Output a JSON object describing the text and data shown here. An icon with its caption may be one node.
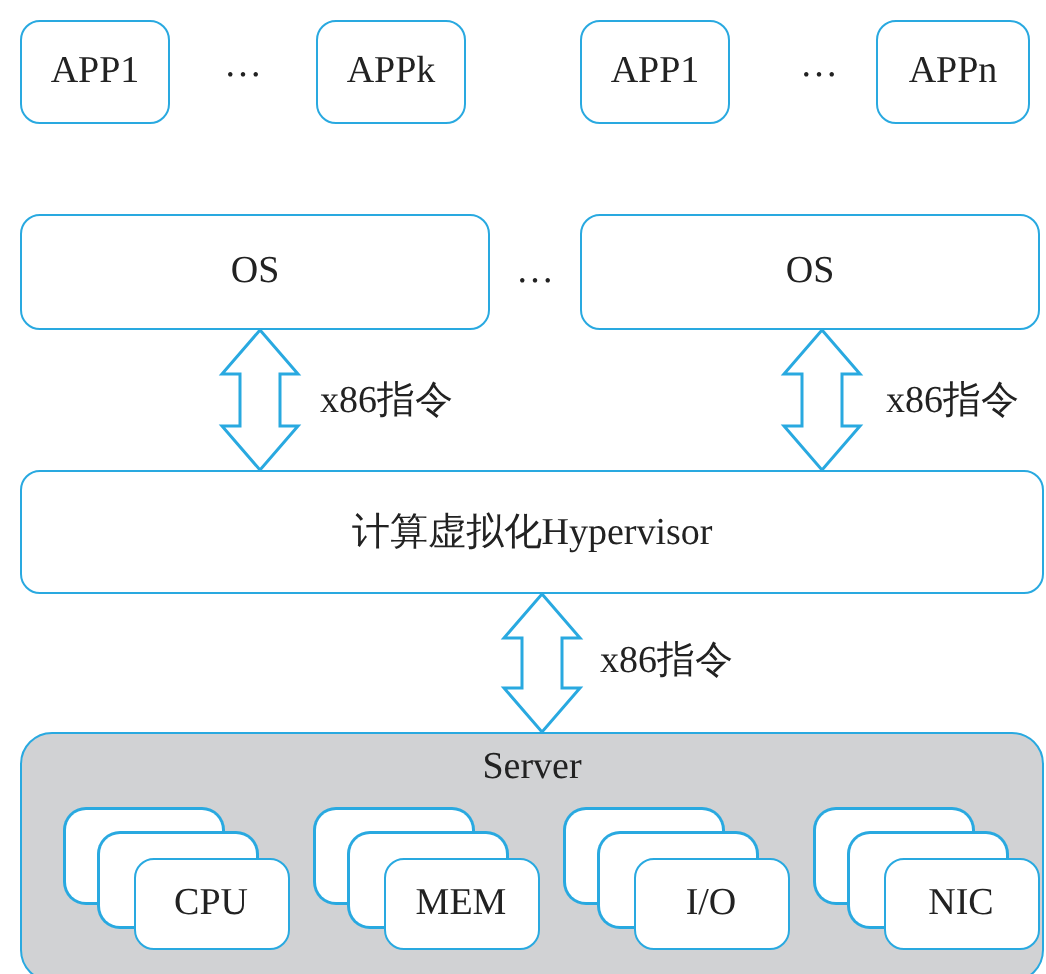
{
  "diagram": {
    "nodes": [
      {
        "text": [
          "APP1"
        ]
      },
      {
        "text": [
          "APPk"
        ]
      },
      {
        "text": [
          "APP1"
        ]
      },
      {
        "text": [
          "APPn"
        ]
      },
      {
        "text": [
          "OS"
        ]
      },
      {
        "text": [
          "OS"
        ]
      },
      {
        "text": [
          "计算虚拟化Hypervisor"
        ]
      },
      {
        "text": [
          "Server"
        ]
      },
      {
        "text": [
          "CPU"
        ],
        "in": 7
      },
      {
        "text": [
          "MEM"
        ],
        "in": 7
      },
      {
        "text": [
          "I/O"
        ],
        "in": 7
      },
      {
        "text": [
          "NIC"
        ],
        "in": 7
      }
    ],
    "edges": [
      {
        "from": 4,
        "to": 6,
        "arrow": "both",
        "label": "x86指令",
        "style": "thick"
      },
      {
        "from": 5,
        "to": 6,
        "arrow": "both",
        "label": "x86指令",
        "style": "thick"
      },
      {
        "from": 6,
        "to": 7,
        "arrow": "both",
        "label": "x86指令",
        "style": "thick"
      }
    ],
    "labels": [
      "…",
      "…",
      "…"
    ]
  }
}
